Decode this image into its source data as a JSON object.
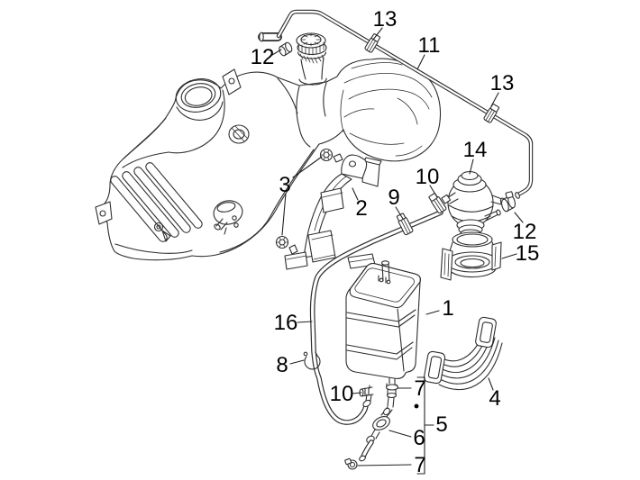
{
  "page": {
    "background": "#ffffff"
  },
  "diagram": {
    "line_color": "#2e2e2e",
    "label_color": "#000000",
    "callouts": [
      {
        "id": "callout-13-a",
        "label": "13"
      },
      {
        "id": "callout-11",
        "label": "11"
      },
      {
        "id": "callout-12-a",
        "label": "12"
      },
      {
        "id": "callout-13-b",
        "label": "13"
      },
      {
        "id": "callout-14",
        "label": "14"
      },
      {
        "id": "callout-10-a",
        "label": "10"
      },
      {
        "id": "callout-3",
        "label": "3"
      },
      {
        "id": "callout-9",
        "label": "9"
      },
      {
        "id": "callout-2",
        "label": "2"
      },
      {
        "id": "callout-12-b",
        "label": "12"
      },
      {
        "id": "callout-15",
        "label": "15"
      },
      {
        "id": "callout-1",
        "label": "1"
      },
      {
        "id": "callout-16",
        "label": "16"
      },
      {
        "id": "callout-8",
        "label": "8"
      },
      {
        "id": "callout-10-b",
        "label": "10"
      },
      {
        "id": "callout-7-a",
        "label": "7"
      },
      {
        "id": "callout-4",
        "label": "4"
      },
      {
        "id": "callout-5",
        "label": "5"
      },
      {
        "id": "callout-6",
        "label": "6"
      },
      {
        "id": "callout-7-b",
        "label": "7"
      }
    ]
  }
}
